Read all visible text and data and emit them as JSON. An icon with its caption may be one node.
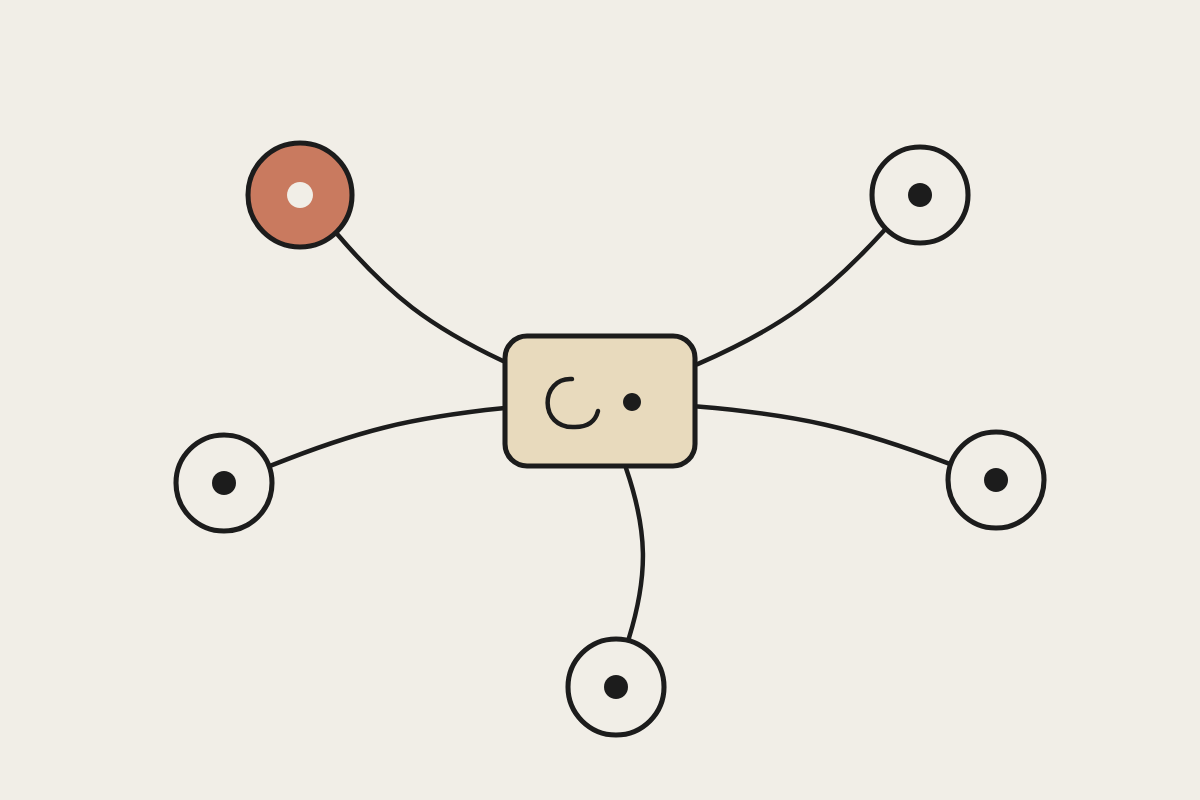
{
  "diagram": {
    "nodes": [
      {
        "text": [],
        "shape": "circle"
      },
      {
        "text": [],
        "shape": "circle"
      },
      {
        "text": [],
        "shape": "box"
      },
      {
        "text": [],
        "shape": "circle"
      },
      {
        "text": [],
        "shape": "circle"
      },
      {
        "text": [],
        "shape": "circle"
      }
    ],
    "edges": [
      {
        "from": 2,
        "to": 0,
        "arrow": "none"
      },
      {
        "from": 2,
        "to": 1,
        "arrow": "none"
      },
      {
        "from": 2,
        "to": 3,
        "arrow": "none"
      },
      {
        "from": 2,
        "to": 4,
        "arrow": "none"
      },
      {
        "from": 2,
        "to": 5,
        "arrow": "none"
      }
    ]
  }
}
